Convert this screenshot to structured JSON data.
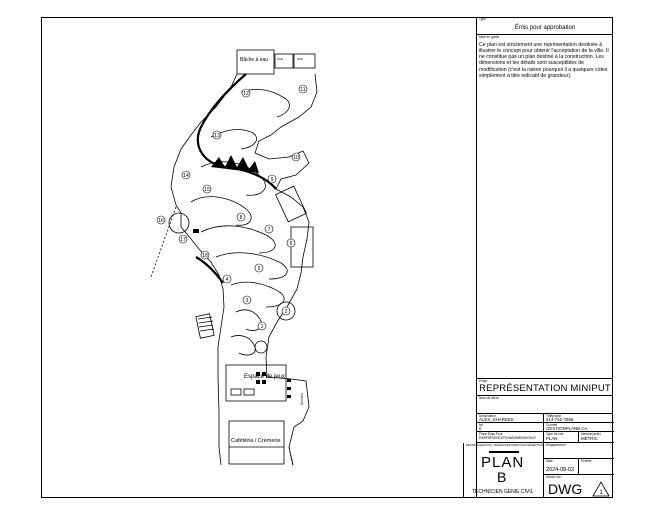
{
  "drawing": {
    "labels": {
      "bache": "Bâche à eau",
      "small_box_1": "RUE",
      "small_box_2": "RUE",
      "espace": "Espace de jeux",
      "cafeteria": "Cafétéria / Crémerie",
      "accueil": "Accueil"
    },
    "hole_numbers": [
      "1",
      "2",
      "3",
      "4",
      "5",
      "6",
      "7",
      "8",
      "9",
      "10",
      "11",
      "12",
      "13",
      "14",
      "15",
      "16",
      "17",
      "18"
    ]
  },
  "titleblock": {
    "type_label": "Type",
    "type_value": "Émis pour approbation",
    "notes_label": "Mise en garde",
    "notes_text": "Ce plan est strictement une représentation destinée à illustrer le concept pour obtenir l'acceptation de la ville. Il ne constitue pas un plan destiné à la construction. Les dimensions et les détails sont susceptibles de modification (c'est la raison pourquoi il a quelques cotes simplement à titre indicatif de grandeur).",
    "project_label": "Projet",
    "project_value": "REPRÉSENTATION MINIPUT",
    "client_label": "Nom du client",
    "tech_label": "Dessinateur",
    "tech_value": "ALEX_SHAREEK",
    "phone_label": "Téléphone",
    "phone_value": "514-742-7866",
    "addr_label": "No",
    "addr_value": "0",
    "web_label": "Courriel",
    "web_value": "GESTIONPLANB.CA",
    "plan_label": "Plans Émis Pour",
    "plan_value": "REPRÉSENTATION/DIMENSION/Y",
    "type_view_label": "Type de vue",
    "type_view_value": "PLAN",
    "mesure_label": "Mesure(unité)",
    "mesure_value": "MÉTRIC",
    "company_line": "DESSINS/GESTION_TRAVAUX/ESTIMATION/CONCEPTION",
    "emplacement_label": "Emplacement",
    "logo_plan": "PLAN",
    "logo_b": "B",
    "logo_sub": "TECHNICIEN  GÉNIE  CIVIL",
    "date_label": "Date",
    "date_value": "2024-08-02",
    "echelle_label": "Échelle",
    "dessin_label": "Dessin No.",
    "dessin_value": "DWG",
    "rev_value": "1"
  }
}
